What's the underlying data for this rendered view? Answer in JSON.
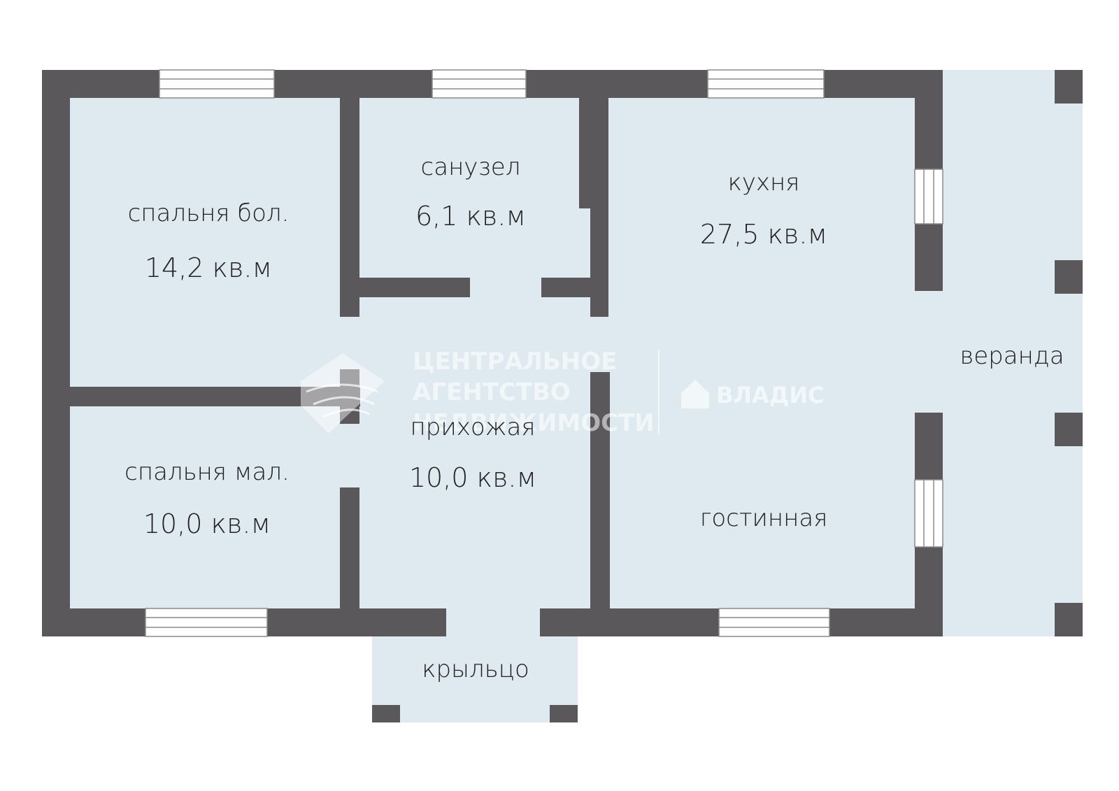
{
  "colors": {
    "wall": "#5a585b",
    "floor": "#dfeaf0",
    "window_frame": "#ffffff",
    "window_line": "#8a8a8a",
    "background": "#ffffff"
  },
  "rooms": {
    "bedroom_large": {
      "name": "спальня бол.",
      "area": "14,2 кв.м"
    },
    "bathroom": {
      "name": "санузел",
      "area": "6,1 кв.м"
    },
    "kitchen": {
      "name": "кухня",
      "area": "27,5 кв.м"
    },
    "veranda": {
      "name": "веранда"
    },
    "hallway": {
      "name": "прихожая",
      "area": "10,0 кв.м"
    },
    "bedroom_small": {
      "name": "спальня мал.",
      "area": "10,0 кв.м"
    },
    "living_room": {
      "name": "гостинная"
    },
    "porch": {
      "name": "крыльцо"
    }
  },
  "watermark": {
    "agency_line1": "ЦЕНТРАЛЬНОЕ",
    "agency_line2": "АГЕНТСТВО",
    "agency_line3": "НЕДВИЖИМОСТИ",
    "brand": "ВЛАДИС"
  }
}
